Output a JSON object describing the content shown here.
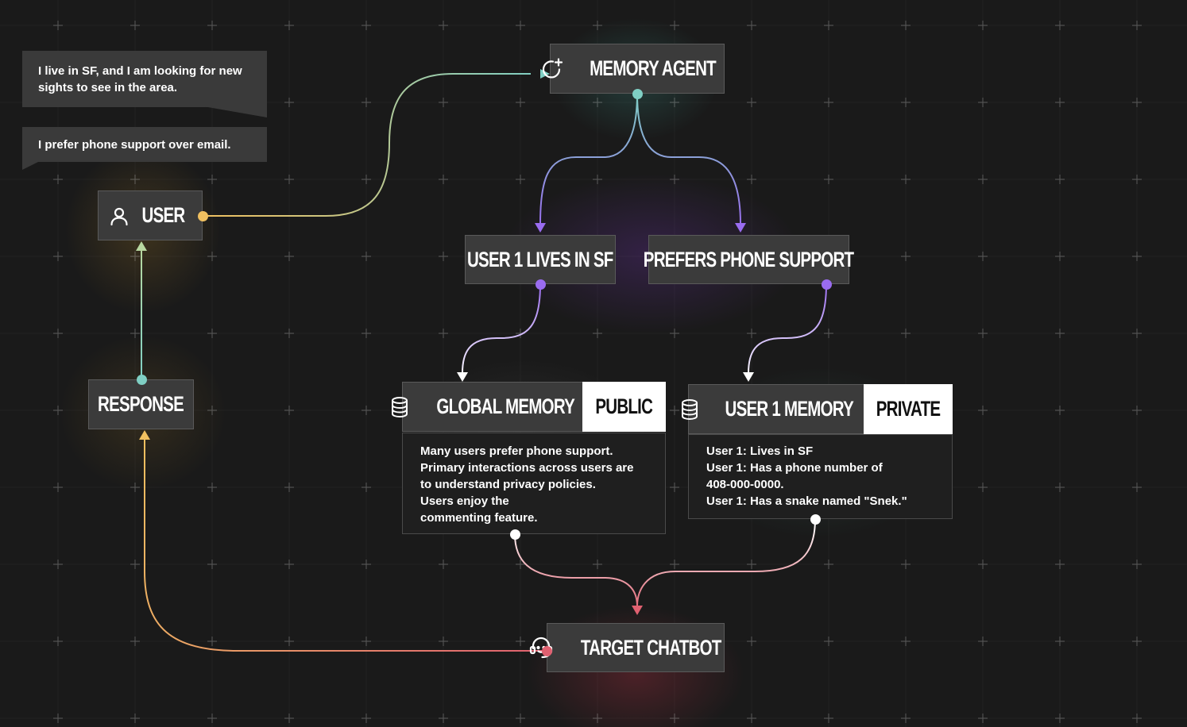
{
  "messages": [
    {
      "lines": [
        "I live in SF, and I am looking for new",
        "sights to see in the area."
      ]
    },
    {
      "lines": [
        "I prefer phone support over email."
      ]
    }
  ],
  "nodes": {
    "memory_agent": "MEMORY AGENT",
    "user": "USER",
    "response": "RESPONSE",
    "fact_location": "USER 1 LIVES IN SF",
    "fact_support": "PREFERS PHONE SUPPORT",
    "target_chatbot": "TARGET CHATBOT"
  },
  "global_memory": {
    "title": "GLOBAL MEMORY",
    "tag": "PUBLIC",
    "lines": [
      "Many users prefer phone support.",
      "Primary interactions across users are",
      "to understand privacy policies.",
      "Users enjoy the",
      "commenting feature."
    ]
  },
  "user_memory": {
    "title": "USER 1 MEMORY",
    "tag": "PRIVATE",
    "lines": [
      "User 1: Lives in SF",
      "User 1: Has a phone number of",
      "408-000-0000.",
      "User 1: Has a snake named \"Snek.\""
    ]
  },
  "icons": {
    "memory_agent": "sparkle-refresh-icon",
    "user": "user-icon",
    "global_memory": "database-icon",
    "user_memory": "database-icon",
    "target_chatbot": "headset-icon"
  },
  "colors": {
    "teal": "#7fcfc4",
    "yellow": "#f0c060",
    "purple": "#9a6cf0",
    "pink": "#f0a0b8",
    "red": "#e06070",
    "background": "#1a1a1a",
    "node": "#3b3b3b"
  }
}
